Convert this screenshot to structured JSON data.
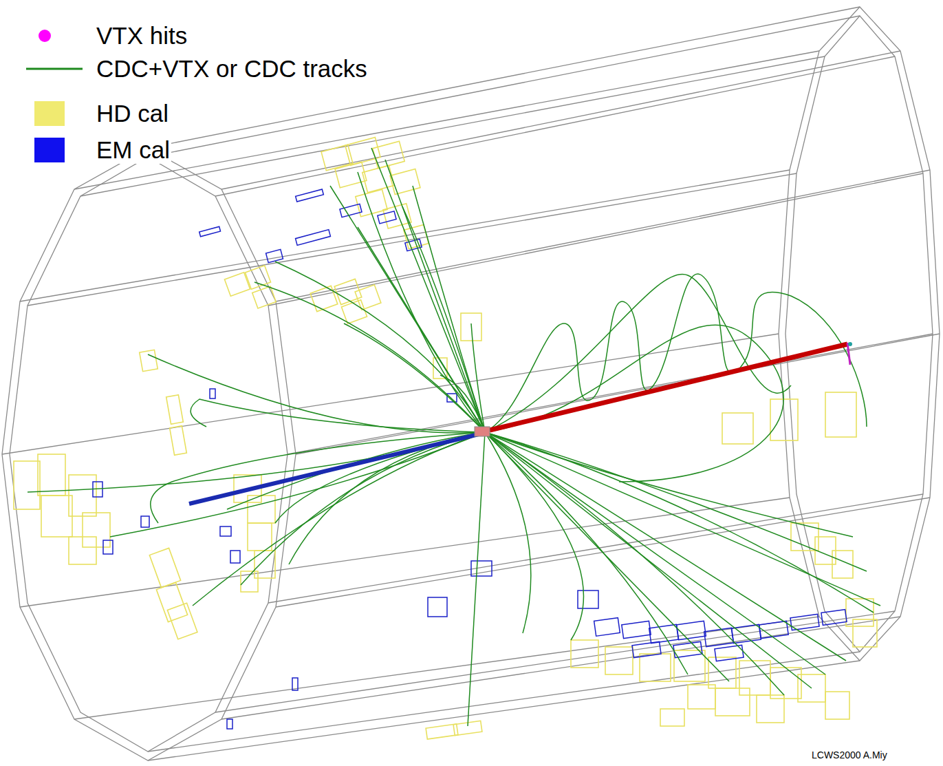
{
  "diagram": {
    "labels": [
      "LCWS2000 A.Miy"
    ],
    "legend": [
      {
        "text": "VTX hits",
        "color": "#ff00ff"
      },
      {
        "text": "CDC+VTX or CDC tracks"
      },
      {
        "text": "HD cal",
        "color": "#f0ea70"
      },
      {
        "text": "EM cal",
        "color": "#1010ee"
      }
    ]
  }
}
